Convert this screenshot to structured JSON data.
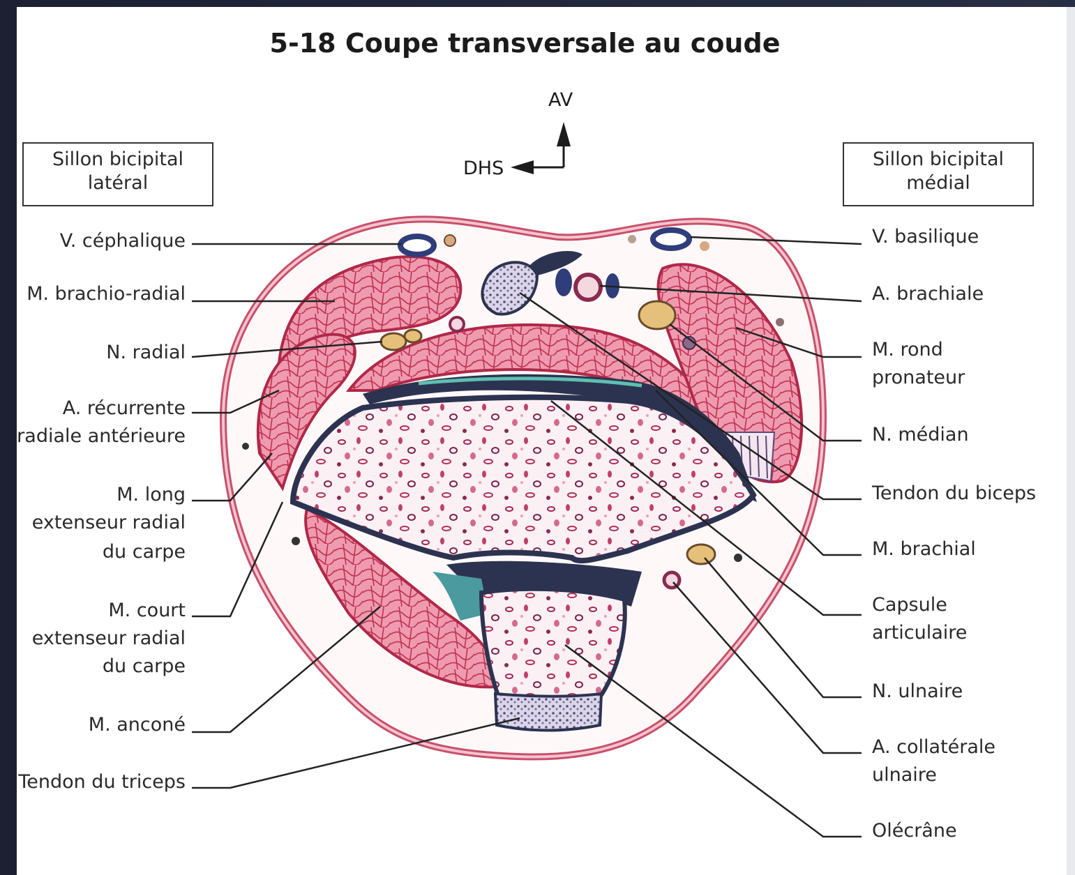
{
  "title": "5-18 Coupe transversale au coude",
  "orientation": {
    "up": "AV",
    "left": "DHS"
  },
  "regions": {
    "lateral": [
      "Sillon bicipital",
      "latéral"
    ],
    "medial": [
      "Sillon bicipital",
      "médial"
    ]
  },
  "labels_left": [
    [
      "V. céphalique"
    ],
    [
      "M. brachio-radial"
    ],
    [
      "N. radial"
    ],
    [
      "A. récurrente",
      "radiale antérieure"
    ],
    [
      "M. long",
      "extenseur radial",
      "du carpe"
    ],
    [
      "M. court",
      "extenseur radial",
      "du carpe"
    ],
    [
      "M. anconé"
    ],
    [
      "Tendon du triceps"
    ]
  ],
  "labels_right": [
    [
      "V. basilique"
    ],
    [
      "A. brachiale"
    ],
    [
      "M. rond",
      "pronateur"
    ],
    [
      "N. médian"
    ],
    [
      "Tendon du biceps"
    ],
    [
      "M. brachial"
    ],
    [
      "Capsule",
      "articulaire"
    ],
    [
      "N. ulnaire"
    ],
    [
      "A. collatérale",
      "ulnaire"
    ],
    [
      "Olécrâne"
    ]
  ],
  "colors": {
    "muscle": "#e88aa0",
    "muscle_vein": "#c2304f",
    "skin_outline": "#c8506a",
    "bone_fill": "#fbeff3",
    "bone_dots": "#b03058",
    "capsule": "#2c3350",
    "nerve": "#e4c07a",
    "vein": "#2f3d7a",
    "leader": "#222222"
  }
}
